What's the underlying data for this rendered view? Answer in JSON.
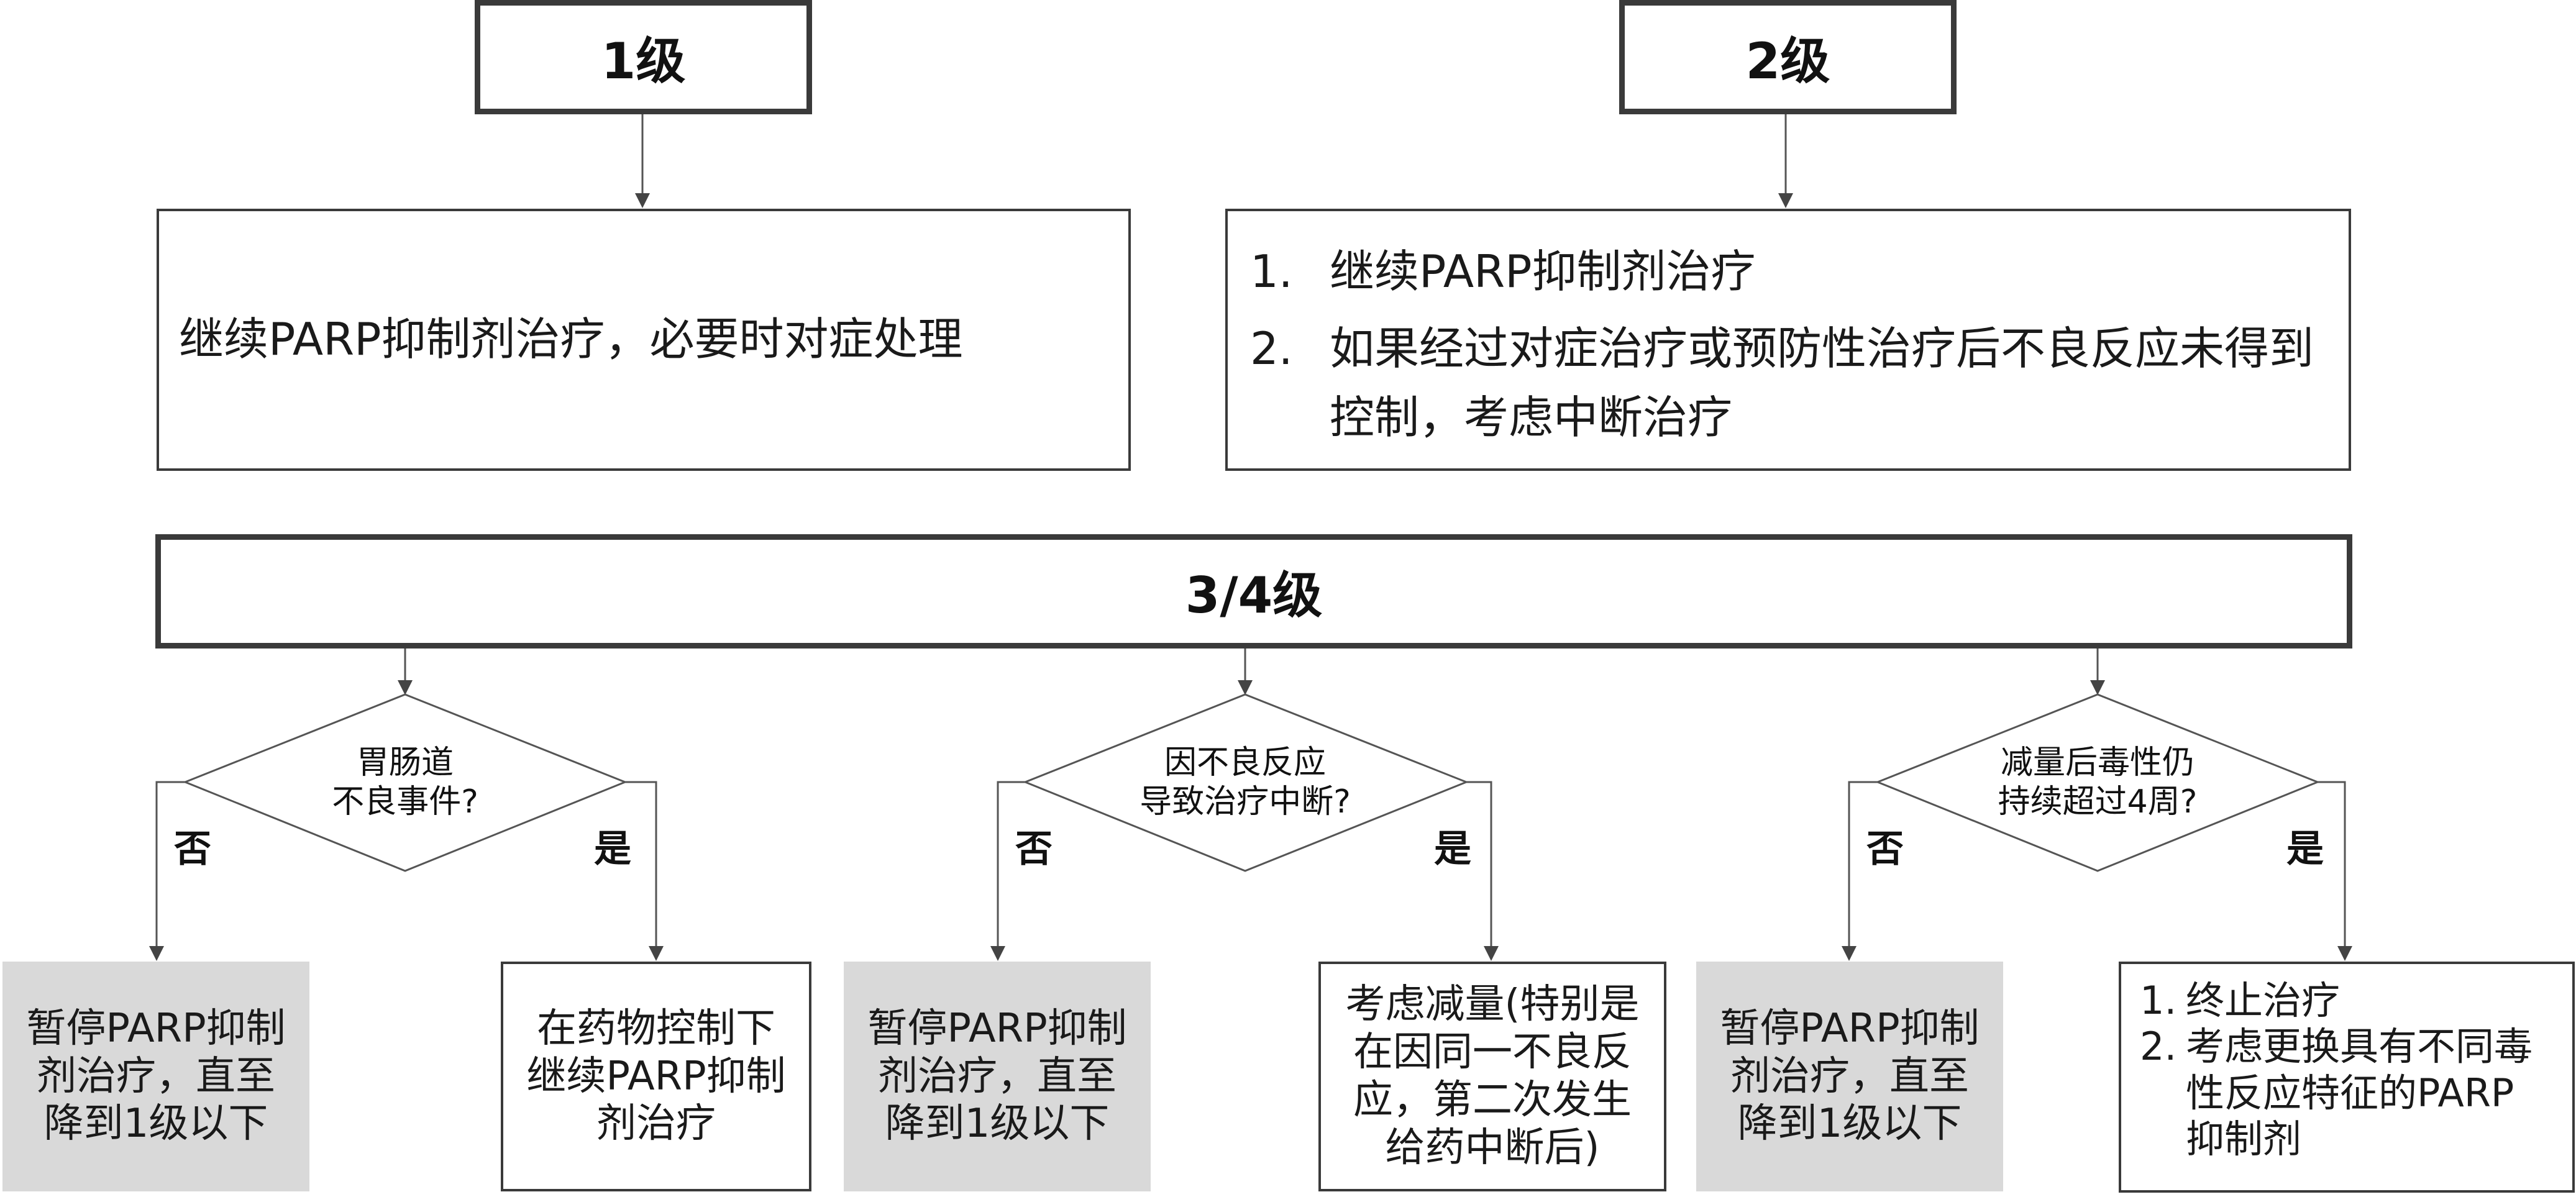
{
  "grade1": {
    "label": "1级",
    "action": "继续PARP抑制剂治疗，必要时对症处理"
  },
  "grade2": {
    "label": "2级",
    "items": [
      {
        "num": "1.",
        "text": "继续PARP抑制剂治疗"
      },
      {
        "num": "2.",
        "line1": "如果经过对症治疗或预防性治疗后不良反应未得到",
        "line2": "控制，考虑中断治疗"
      }
    ]
  },
  "grade34": {
    "label": "3/4级"
  },
  "branches": [
    {
      "question": {
        "line1": "胃肠道",
        "line2": "不良事件?"
      },
      "no_label": "否",
      "yes_label": "是",
      "no_action": {
        "line1": "暂停PARP抑制",
        "line2": "剂治疗，直至",
        "line3": "降到1级以下"
      },
      "yes_action": {
        "line1": "在药物控制下",
        "line2": "继续PARP抑制",
        "line3": "剂治疗"
      }
    },
    {
      "question": {
        "line1": "因不良反应",
        "line2": "导致治疗中断?"
      },
      "no_label": "否",
      "yes_label": "是",
      "no_action": {
        "line1": "暂停PARP抑制",
        "line2": "剂治疗，直至",
        "line3": "降到1级以下"
      },
      "yes_action": {
        "line1": "考虑减量(特别是",
        "line2": "在因同一不良反",
        "line3": "应，第二次发生",
        "line4": "给药中断后)"
      }
    },
    {
      "question": {
        "line1": "减量后毒性仍",
        "line2": "持续超过4周?"
      },
      "no_label": "否",
      "yes_label": "是",
      "no_action": {
        "line1": "暂停PARP抑制",
        "line2": "剂治疗，直至",
        "line3": "降到1级以下"
      },
      "yes_action": {
        "items": [
          {
            "num": "1.",
            "text": "终止治疗"
          },
          {
            "num": "2.",
            "line1": "考虑更换具有不同毒",
            "line2": "性反应特征的PARP",
            "line3": "抑制剂"
          }
        ]
      }
    }
  ],
  "colors": {
    "border": "#3a3a3a",
    "connector": "#555555",
    "grey_fill": "#d9d9d9"
  }
}
